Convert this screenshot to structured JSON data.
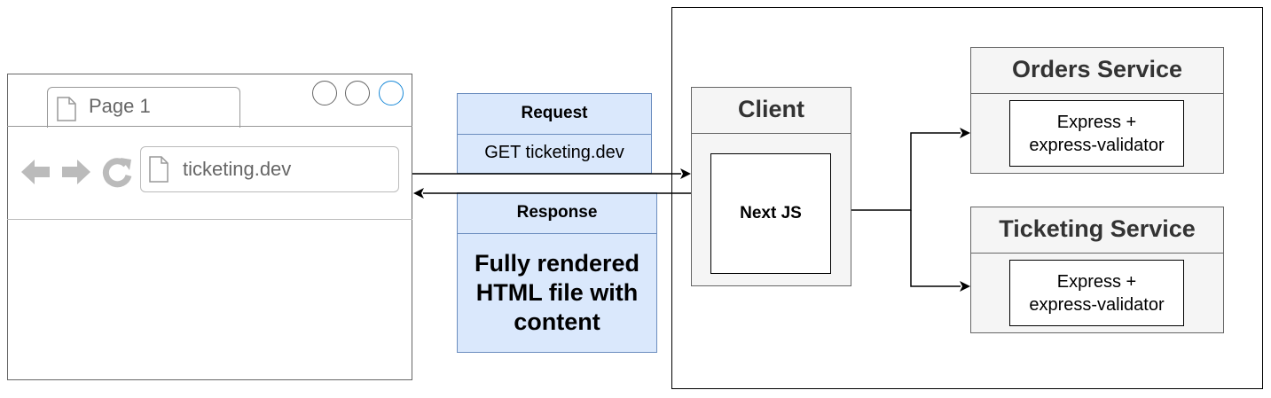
{
  "browser": {
    "tab_label": "Page 1",
    "url": "ticketing.dev",
    "nav_icons": [
      "back-arrow-icon",
      "forward-arrow-icon",
      "refresh-icon"
    ],
    "window_buttons": [
      "window-button",
      "window-button",
      "window-button-active"
    ]
  },
  "request": {
    "title": "Request",
    "body": "GET ticketing.dev"
  },
  "response": {
    "title": "Response",
    "body_lines": [
      "Fully rendered",
      "HTML file with",
      "content"
    ]
  },
  "client": {
    "title": "Client",
    "inner": "Next JS"
  },
  "orders_service": {
    "title": "Orders Service",
    "inner_lines": [
      "Express +",
      "express-validator"
    ]
  },
  "ticketing_service": {
    "title": "Ticketing Service",
    "inner_lines": [
      "Express +",
      "express-validator"
    ]
  },
  "colors": {
    "blue_fill": "#dae8fc",
    "blue_stroke": "#6c8ebf",
    "grey_fill": "#f5f5f5",
    "active_window_button": "#1b8ad8"
  }
}
